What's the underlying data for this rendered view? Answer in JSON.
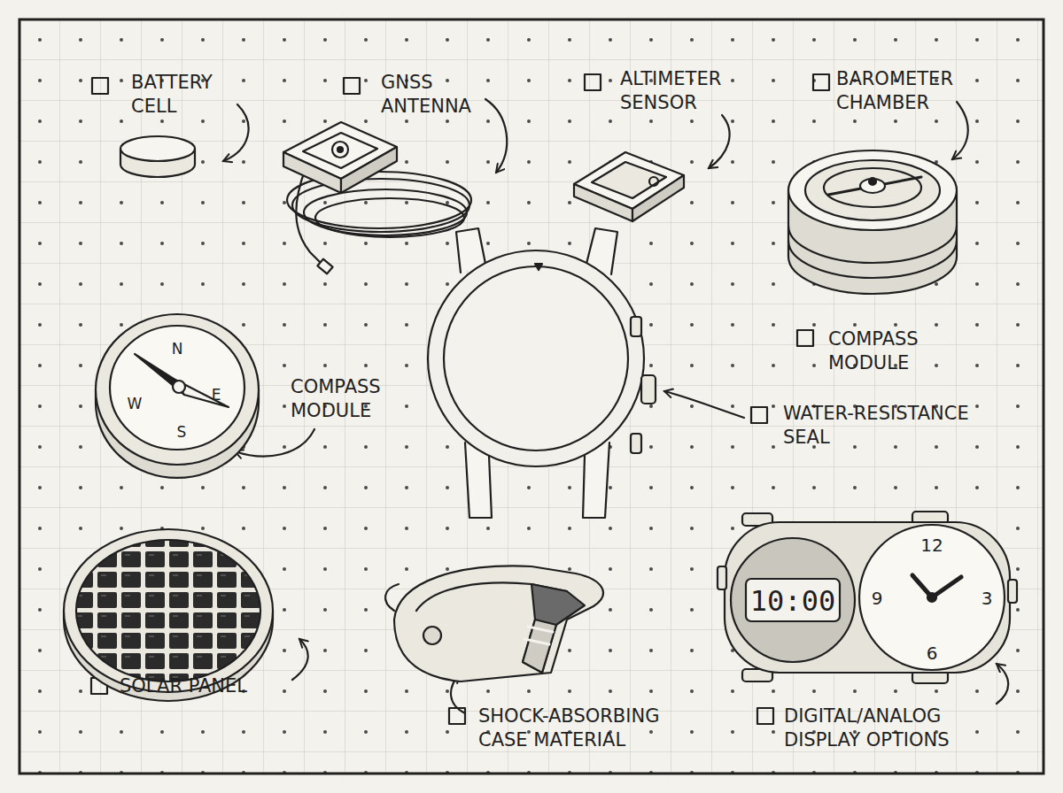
{
  "diagram": {
    "labels": [
      "BATTERY CELL",
      "GNSS ANTENNA",
      "ALTIMETER SENSOR",
      "BAROMETER CHAMBER",
      "N",
      "E",
      "S",
      "W",
      "COMPASS MODULE",
      "COMPASS MODULE",
      "WATER-RESISTANCE SEAL",
      "10:00",
      "12",
      "3",
      "6",
      "9",
      "SOLAR PANEL",
      "SHOCK-ABSORBING CASE MATERIAL",
      "DIGITAL/ANALOG DISPLAY OPTIONS"
    ]
  }
}
